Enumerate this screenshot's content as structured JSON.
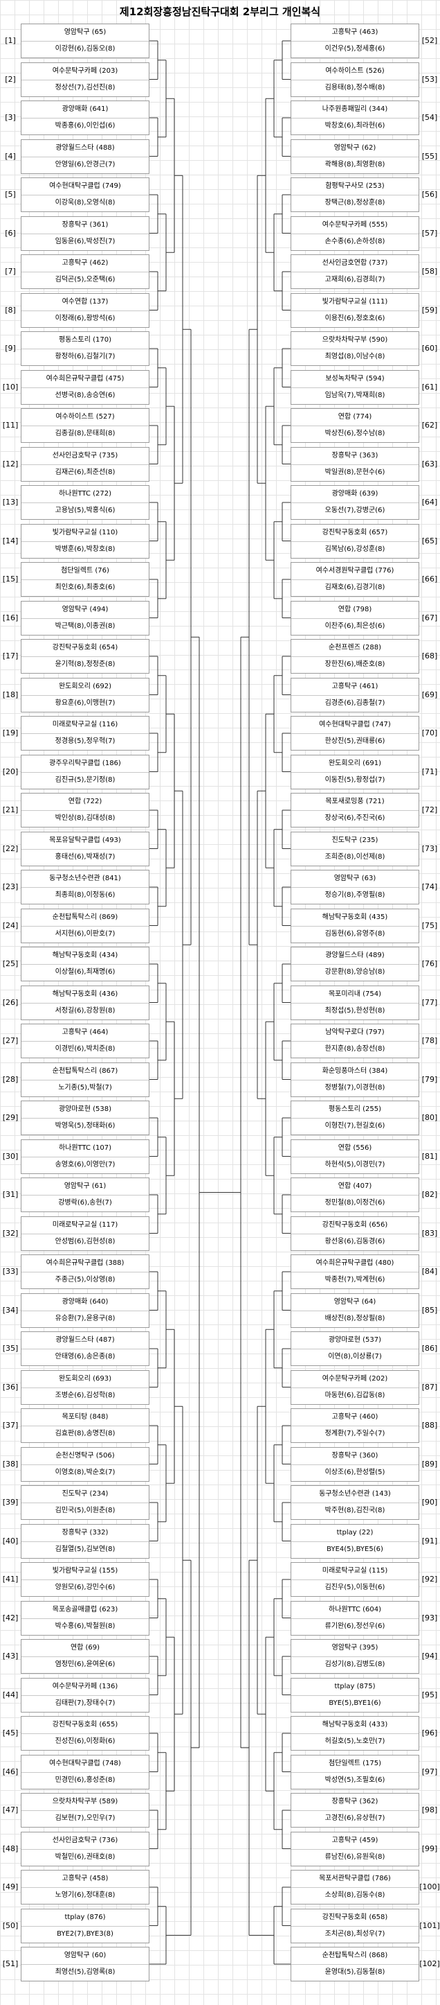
{
  "title": "제12회장흥정남진탁구대회 2부리그 개인복식",
  "left": [
    {
      "num": "[1]",
      "team": "영암탁구 (65)",
      "players": "이강현(6),김동오(8)"
    },
    {
      "num": "[2]",
      "team": "여수문탁구카페 (203)",
      "players": "정상선(7),김선진(8)"
    },
    {
      "num": "[3]",
      "team": "광양매화 (641)",
      "players": "박종홍(6),이인섭(6)"
    },
    {
      "num": "[4]",
      "team": "광양월드스타 (488)",
      "players": "안영일(6),안경근(7)"
    },
    {
      "num": "[5]",
      "team": "여수현대탁구클럽 (749)",
      "players": "이강욱(8),오영식(8)"
    },
    {
      "num": "[6]",
      "team": "장흥탁구 (361)",
      "players": "임동윤(6),박성진(7)"
    },
    {
      "num": "[7]",
      "team": "고흥탁구 (462)",
      "players": "김덕곤(5),오준택(6)"
    },
    {
      "num": "[8]",
      "team": "여수연합 (137)",
      "players": "이정래(6),황방석(6)"
    },
    {
      "num": "[9]",
      "team": "평동스토리 (170)",
      "players": "황정하(6),김철기(7)"
    },
    {
      "num": "[10]",
      "team": "여수희은규탁구클럽 (475)",
      "players": "선병국(8),송승연(6)"
    },
    {
      "num": "[11]",
      "team": "여수하이스트 (527)",
      "players": "김종길(8),문태희(8)"
    },
    {
      "num": "[12]",
      "team": "선사인금호탁구 (735)",
      "players": "김재곤(6),최준선(8)"
    },
    {
      "num": "[13]",
      "team": "하나원TTC (272)",
      "players": "고용남(5),박홍식(6)"
    },
    {
      "num": "[14]",
      "team": "빛가람탁구교실 (110)",
      "players": "박병훈(6),박창호(8)"
    },
    {
      "num": "[15]",
      "team": "첨단일렉트 (76)",
      "players": "최인호(6),최종호(6)"
    },
    {
      "num": "[16]",
      "team": "영암탁구 (494)",
      "players": "박근택(8),이종권(8)"
    },
    {
      "num": "[17]",
      "team": "강진탁구동호회 (654)",
      "players": "윤기혁(8),정정준(8)"
    },
    {
      "num": "[18]",
      "team": "완도회오리 (692)",
      "players": "황요훈(6),이맹현(7)"
    },
    {
      "num": "[19]",
      "team": "미래로탁구교실 (116)",
      "players": "정경용(5),정우혁(7)"
    },
    {
      "num": "[20]",
      "team": "광주우리탁구클럽 (186)",
      "players": "김진규(5),문기정(8)"
    },
    {
      "num": "[21]",
      "team": "연합 (722)",
      "players": "박인상(8),김대성(8)"
    },
    {
      "num": "[22]",
      "team": "목포유달탁구클럽 (493)",
      "players": "홍태선(6),박재성(7)"
    },
    {
      "num": "[23]",
      "team": "동구청소년수련관 (841)",
      "players": "최종희(8),이정동(6)"
    },
    {
      "num": "[24]",
      "team": "순천탑톡탁스리 (869)",
      "players": "서지현(6),이판호(7)"
    },
    {
      "num": "[25]",
      "team": "해남탁구동호회 (434)",
      "players": "이상철(6),최재명(6)"
    },
    {
      "num": "[26]",
      "team": "해남탁구동호회 (436)",
      "players": "서정길(6),강창원(8)"
    },
    {
      "num": "[27]",
      "team": "고흥탁구 (464)",
      "players": "이경빈(6),박치준(8)"
    },
    {
      "num": "[28]",
      "team": "순천탑톡탁스리 (867)",
      "players": "노기종(5),박철(7)"
    },
    {
      "num": "[29]",
      "team": "광양마로현 (538)",
      "players": "박영욱(5),정태화(6)"
    },
    {
      "num": "[30]",
      "team": "하나원TTC (107)",
      "players": "송영호(6),이영만(7)"
    },
    {
      "num": "[31]",
      "team": "영암탁구 (61)",
      "players": "강병락(6),송현(7)"
    },
    {
      "num": "[32]",
      "team": "미래로탁구교실 (117)",
      "players": "안성범(6),김현성(8)"
    },
    {
      "num": "[33]",
      "team": "여수희은규탁구클럽 (388)",
      "players": "주종근(5),이상영(8)"
    },
    {
      "num": "[34]",
      "team": "광양매화 (640)",
      "players": "유승환(7),윤용구(8)"
    },
    {
      "num": "[35]",
      "team": "광양월드스타 (487)",
      "players": "안태영(6),송은종(8)"
    },
    {
      "num": "[36]",
      "team": "완도회오리 (693)",
      "players": "조병순(6),김성학(8)"
    },
    {
      "num": "[37]",
      "team": "목포티탕 (848)",
      "players": "김효판(8),송명진(8)"
    },
    {
      "num": "[38]",
      "team": "순천신명탁구 (506)",
      "players": "이영호(8),박순호(7)"
    },
    {
      "num": "[39]",
      "team": "진도탁구 (234)",
      "players": "김민국(5),이원춘(8)"
    },
    {
      "num": "[40]",
      "team": "장흥탁구 (332)",
      "players": "김철열(5),김보연(8)"
    },
    {
      "num": "[41]",
      "team": "빛가람탁구교실 (155)",
      "players": "양원모(6),강민수(6)"
    },
    {
      "num": "[42]",
      "team": "목포송골매클럽 (623)",
      "players": "박수홍(6),박철원(8)"
    },
    {
      "num": "[43]",
      "team": "연합 (69)",
      "players": "염정민(6),윤여운(6)"
    },
    {
      "num": "[44]",
      "team": "여수문탁구카페 (136)",
      "players": "김태판(7),장태수(7)"
    },
    {
      "num": "[45]",
      "team": "강진탁구동호회 (655)",
      "players": "진성진(6),이정화(6)"
    },
    {
      "num": "[46]",
      "team": "여수현대탁구클럽 (748)",
      "players": "민경민(6),홍성준(8)"
    },
    {
      "num": "[47]",
      "team": "으랏차차탁구부 (589)",
      "players": "김보현(7),오민우(7)"
    },
    {
      "num": "[48]",
      "team": "선사인금호탁구 (736)",
      "players": "박철민(6),권태호(8)"
    },
    {
      "num": "[49]",
      "team": "고흥탁구 (458)",
      "players": "노영기(6),정대훈(8)"
    },
    {
      "num": "[50]",
      "team": "ttplay (876)",
      "players": "BYE2(7),BYE3(8)"
    },
    {
      "num": "[51]",
      "team": "영암탁구 (60)",
      "players": "최영선(5),김영록(8)"
    }
  ],
  "right": [
    {
      "num": "[52]",
      "team": "고흥탁구 (463)",
      "players": "이건우(5),정세홍(6)"
    },
    {
      "num": "[53]",
      "team": "여수하이스트 (526)",
      "players": "김용태(8),정수배(8)"
    },
    {
      "num": "[54]",
      "team": "나주원종패밀리 (344)",
      "players": "박창호(6),최라현(6)"
    },
    {
      "num": "[55]",
      "team": "영암탁구 (62)",
      "players": "곽해용(8),최영환(8)"
    },
    {
      "num": "[56]",
      "team": "함평탁구사모 (253)",
      "players": "장택근(8),정상훈(8)"
    },
    {
      "num": "[57]",
      "team": "여수문탁구카페 (555)",
      "players": "손수종(6),손하성(8)"
    },
    {
      "num": "[58]",
      "team": "선사인금호연합 (737)",
      "players": "고재희(6),김경희(7)"
    },
    {
      "num": "[59]",
      "team": "빛가람탁구교실 (111)",
      "players": "이용진(6),정호호(6)"
    },
    {
      "num": "[60]",
      "team": "으랏차차탁구부 (590)",
      "players": "최영섭(8),이남수(8)"
    },
    {
      "num": "[61]",
      "team": "보성녹차탁구 (594)",
      "players": "임남옥(7),박재희(8)"
    },
    {
      "num": "[62]",
      "team": "연합 (774)",
      "players": "박상진(6),정수남(8)"
    },
    {
      "num": "[63]",
      "team": "장흥탁구 (363)",
      "players": "박일권(8),문현수(6)"
    },
    {
      "num": "[64]",
      "team": "광양매화 (639)",
      "players": "오동선(7),강병군(6)"
    },
    {
      "num": "[65]",
      "team": "강진탁구동호회 (657)",
      "players": "김복남(6),강성훈(8)"
    },
    {
      "num": "[66]",
      "team": "여수서경원탁구클럽 (776)",
      "players": "김재호(6),김경기(8)"
    },
    {
      "num": "[67]",
      "team": "연합 (798)",
      "players": "이찬주(6),최은성(6)"
    },
    {
      "num": "[68]",
      "team": "순천프렌즈 (288)",
      "players": "장한진(6),배준호(8)"
    },
    {
      "num": "[69]",
      "team": "고흥탁구 (461)",
      "players": "김경준(6),김종철(7)"
    },
    {
      "num": "[70]",
      "team": "여수현대탁구클럽 (747)",
      "players": "한상진(5),권태룡(6)"
    },
    {
      "num": "[71]",
      "team": "완도회오리 (691)",
      "players": "이동진(5),황정섭(7)"
    },
    {
      "num": "[72]",
      "team": "목포새로밍풍 (721)",
      "players": "장상국(6),주진국(6)"
    },
    {
      "num": "[73]",
      "team": "진도탁구 (235)",
      "players": "조희준(8),이선제(8)"
    },
    {
      "num": "[74]",
      "team": "영암탁구 (63)",
      "players": "정승기(8),주영필(8)"
    },
    {
      "num": "[75]",
      "team": "해남탁구동호회 (435)",
      "players": "김동현(6),유영주(8)"
    },
    {
      "num": "[76]",
      "team": "광양월드스타 (489)",
      "players": "강문환(8),양승남(8)"
    },
    {
      "num": "[77]",
      "team": "목포미리내 (754)",
      "players": "최정섭(5),한성현(8)"
    },
    {
      "num": "[78]",
      "team": "남악탁구로다 (797)",
      "players": "한지훈(8),송장선(8)"
    },
    {
      "num": "[79]",
      "team": "화순밍풍마스터 (384)",
      "players": "정병철(7),이경현(8)"
    },
    {
      "num": "[80]",
      "team": "평동스토리 (255)",
      "players": "이형진(7),현길호(6)"
    },
    {
      "num": "[81]",
      "team": "연합 (556)",
      "players": "하현석(5),이경민(7)"
    },
    {
      "num": "[82]",
      "team": "연합 (407)",
      "players": "정민철(8),이정건(6)"
    },
    {
      "num": "[83]",
      "team": "강진탁구동호회 (656)",
      "players": "황선웅(6),김동경(6)"
    },
    {
      "num": "[84]",
      "team": "여수희은규탁구클럽 (480)",
      "players": "박종천(7),박계현(6)"
    },
    {
      "num": "[85]",
      "team": "영암탁구 (64)",
      "players": "배상진(8),정상필(8)"
    },
    {
      "num": "[86]",
      "team": "광양마로현 (537)",
      "players": "이연(8),이상룡(7)"
    },
    {
      "num": "[87]",
      "team": "여수문탁구카페 (202)",
      "players": "마동현(6),김갑동(8)"
    },
    {
      "num": "[88]",
      "team": "고흥탁구 (460)",
      "players": "정계환(7),주일수(7)"
    },
    {
      "num": "[89]",
      "team": "장흥탁구 (360)",
      "players": "이상조(6),한성렬(5)"
    },
    {
      "num": "[90]",
      "team": "동구청소년수련관 (143)",
      "players": "박주현(8),김진국(8)"
    },
    {
      "num": "[91]",
      "team": "ttplay (22)",
      "players": "BYE4(5),BYE5(6)"
    },
    {
      "num": "[92]",
      "team": "미래로탁구교실 (115)",
      "players": "김진우(5),이동현(6)"
    },
    {
      "num": "[93]",
      "team": "하나원TTC (604)",
      "players": "류기완(6),정선우(6)"
    },
    {
      "num": "[94]",
      "team": "영암탁구 (395)",
      "players": "김성기(8),김병도(8)"
    },
    {
      "num": "[95]",
      "team": "ttplay (875)",
      "players": "BYE(5),BYE1(6)"
    },
    {
      "num": "[96]",
      "team": "해남탁구동호회 (433)",
      "players": "허길호(5),노호만(7)"
    },
    {
      "num": "[97]",
      "team": "첨단일렉트 (175)",
      "players": "박성연(5),조필호(6)"
    },
    {
      "num": "[98]",
      "team": "장흥탁구 (362)",
      "players": "고경진(6),유상현(7)"
    },
    {
      "num": "[99]",
      "team": "고흥탁구 (459)",
      "players": "류남진(6),유원욱(8)"
    },
    {
      "num": "[100]",
      "team": "목포서관탁구클럽 (786)",
      "players": "소상희(8),김동수(8)"
    },
    {
      "num": "[101]",
      "team": "강진탁구동호회 (658)",
      "players": "조치곤(8),최성우(7)"
    },
    {
      "num": "[102]",
      "team": "순천탑톡탁스리 (868)",
      "players": "윤영대(5),김동철(8)"
    }
  ]
}
